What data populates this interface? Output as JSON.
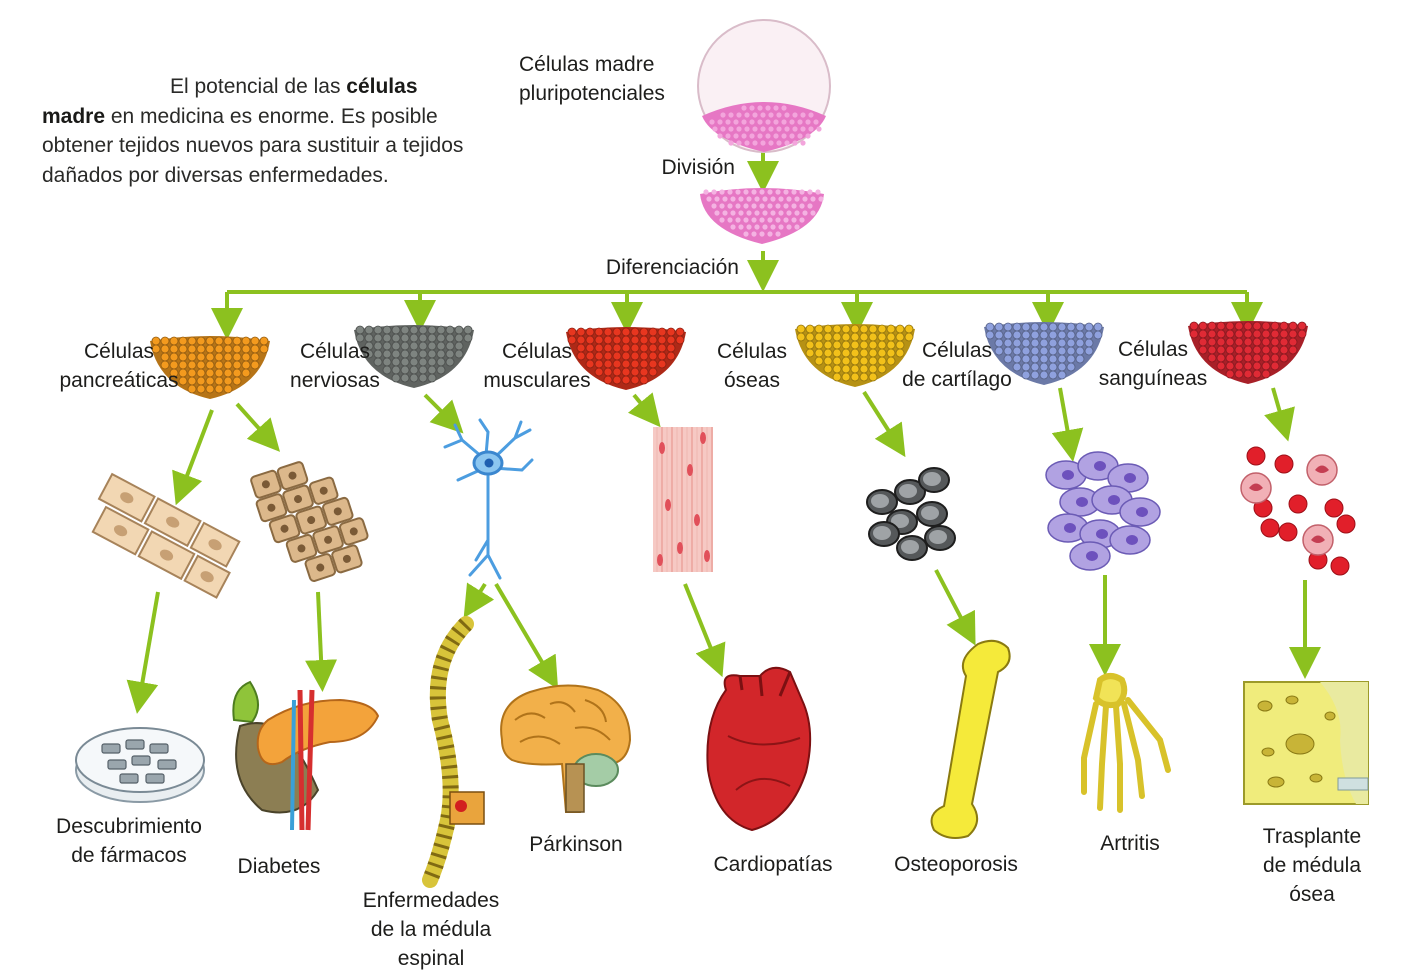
{
  "intro": {
    "before": "El potencial de las ",
    "bold1": "células",
    "bold2": "madre",
    "after": " en medicina es enorme. Es posible obtener tejidos nuevos para sustituir a tejidos dañados por diversas enfermedades."
  },
  "top": {
    "pluripotent": "Células madre\npluripotenciales",
    "division": "División",
    "differentiation": "Diferenciación"
  },
  "cell_types": [
    {
      "label": "Células\npancreáticas",
      "color": "#f39a1e"
    },
    {
      "label": "Células\nnerviosas",
      "color": "#7e8480"
    },
    {
      "label": "Células\nmusculares",
      "color": "#e8361f"
    },
    {
      "label": "Células\nóseas",
      "color": "#f2c11a"
    },
    {
      "label": "Células\nde cartílago",
      "color": "#8fa1de"
    },
    {
      "label": "Células\nsanguíneas",
      "color": "#e02a35"
    }
  ],
  "outcomes": [
    {
      "label": "Descubrimiento\nde fármacos"
    },
    {
      "label": "Diabetes"
    },
    {
      "label": "Enfermedades\nde la médula\nespinal"
    },
    {
      "label": "Párkinson"
    },
    {
      "label": "Cardiopatías"
    },
    {
      "label": "Osteoporosis"
    },
    {
      "label": "Artritis"
    },
    {
      "label": "Trasplante\nde médula ósea"
    }
  ],
  "colors": {
    "arrow": "#8cc11f",
    "stem_pink": "#e677c4"
  }
}
